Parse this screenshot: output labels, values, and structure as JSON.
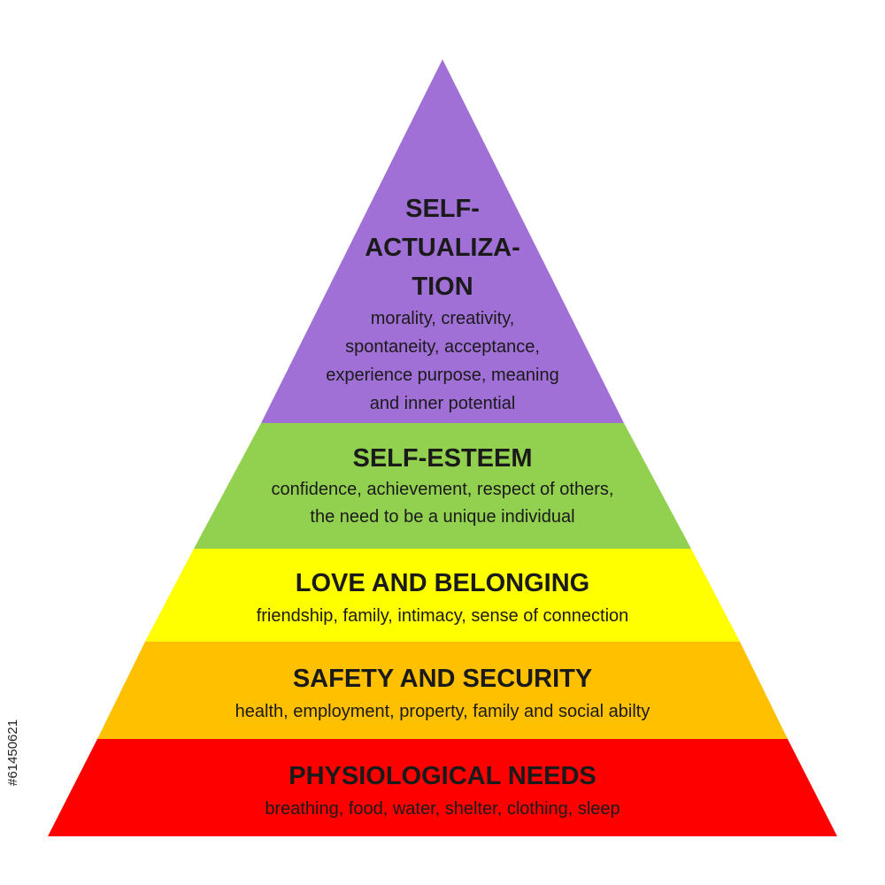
{
  "pyramid": {
    "tiers": [
      {
        "title": "SELF-\nACTUALIZA-\nTION",
        "description": "morality, creativity,\nspontaneity, acceptance,\nexperience purpose, meaning\nand inner potential",
        "color": "#a070d6"
      },
      {
        "title": "SELF-ESTEEM",
        "description": "confidence, achievement, respect of others,\nthe need to be a unique individual",
        "color": "#92d050"
      },
      {
        "title": "LOVE AND BELONGING",
        "description": "friendship, family, intimacy, sense of connection",
        "color": "#ffff00"
      },
      {
        "title": "SAFETY AND SECURITY",
        "description": "health, employment, property, family and social abilty",
        "color": "#ffc000"
      },
      {
        "title": "PHYSIOLOGICAL NEEDS",
        "description": "breathing, food, water, shelter, clothing, sleep",
        "color": "#ff0000"
      }
    ]
  },
  "watermark": {
    "stock_id": "#61450621"
  }
}
